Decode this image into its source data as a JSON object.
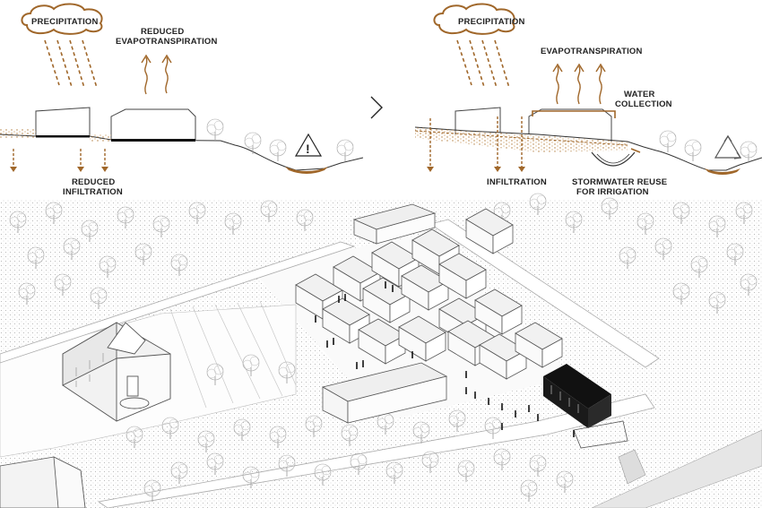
{
  "diagram": {
    "left_panel": {
      "precipitation": "PRECIPITATION",
      "evapo_line1": "REDUCED",
      "evapo_line2": "EVAPOTRANSPIRATION",
      "infiltration_line1": "REDUCED",
      "infiltration_line2": "INFILTRATION",
      "warning_icon": "warning-icon"
    },
    "separator_icon": "chevron-right-icon",
    "right_panel": {
      "precipitation": "PRECIPITATION",
      "evapotranspiration": "EVAPOTRANSPIRATION",
      "water_line1": "WATER",
      "water_line2": "COLLECTION",
      "infiltration": "INFILTRATION",
      "reuse_line1": "STORMWATER REUSE",
      "reuse_line2": "FOR IRRIGATION",
      "recycle_icon": "recycle-icon"
    },
    "colors": {
      "water": "#a0672a",
      "water_fill": "#c08a4a",
      "line": "#222222",
      "sketch": "#888888",
      "highlight_building": "#111111"
    }
  }
}
